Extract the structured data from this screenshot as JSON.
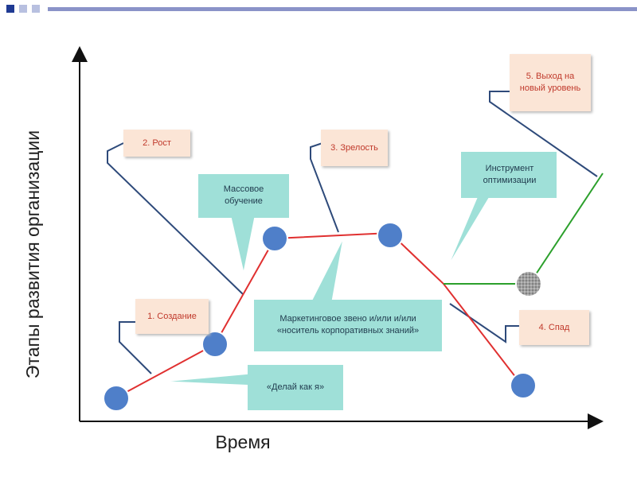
{
  "colors": {
    "band": "#8a93c8",
    "square_dark": "#1f3a93",
    "square_light": "#b8c0e0",
    "callout_fill": "#9fe0d8",
    "label_fill": "#fbe5d6",
    "label_text": "#c0392b",
    "node_blue": "#4f7fc9",
    "path_red": "#e03030",
    "path_green": "#2ca02c",
    "leader": "#2e4a7a"
  },
  "axes": {
    "y_label": "Этапы развития организации",
    "x_label": "Время"
  },
  "stages": [
    {
      "id": "stage-1",
      "text": "1. Создание"
    },
    {
      "id": "stage-2",
      "text": "2. Рост"
    },
    {
      "id": "stage-3",
      "text": "3. Зрелость"
    },
    {
      "id": "stage-4",
      "text": "4. Спад"
    },
    {
      "id": "stage-5",
      "text": "5. Выход на новый уровень"
    }
  ],
  "callouts": [
    {
      "id": "mass-training",
      "text": "Массовое обучение"
    },
    {
      "id": "marketing-unit",
      "text": "Маркетинговое звено и/или и/или «носитель корпоративных знаний»"
    },
    {
      "id": "do-as-i-do",
      "text": "«Делай как я»"
    },
    {
      "id": "optimization-tool",
      "text": "Инструмент оптимизации"
    }
  ]
}
